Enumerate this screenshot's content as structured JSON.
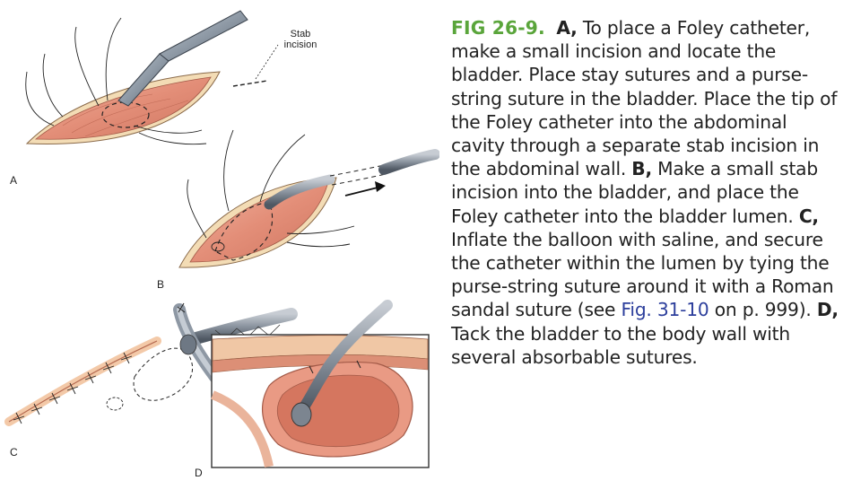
{
  "figure": {
    "label": "FIG 26-9.",
    "segments": [
      {
        "kind": "part",
        "text": "A,"
      },
      {
        "kind": "text",
        "text": " To place a Foley catheter, make a small incision and locate the bladder. Place stay sutures and a purse-string suture in the bladder. Place the tip of the Foley catheter into the abdominal cavity through a separate stab incision in the abdominal wall. "
      },
      {
        "kind": "part",
        "text": "B,"
      },
      {
        "kind": "text",
        "text": " Make a small stab incision into the bladder, and place the Foley catheter into the bladder lumen. "
      },
      {
        "kind": "part",
        "text": "C,"
      },
      {
        "kind": "text",
        "text": " Inflate the balloon with saline, and secure the catheter within the lumen by tying the purse-string suture around it with a Roman sandal suture (see "
      },
      {
        "kind": "ref",
        "text": "Fig. 31-10"
      },
      {
        "kind": "text",
        "text": " on p. 999). "
      },
      {
        "kind": "part",
        "text": "D,"
      },
      {
        "kind": "text",
        "text": " Tack the bladder to the body wall with several absorbable sutures."
      }
    ]
  },
  "illustration": {
    "stab_label_line1": "Stab",
    "stab_label_line2": "incision",
    "panel_a": "A",
    "panel_b": "B",
    "panel_c": "C",
    "panel_d": "D"
  },
  "colors": {
    "fig_label": "#5aa53b",
    "cross_ref": "#2d3f9c",
    "tissue": "#e89f8a",
    "tissue_dark": "#c96e5a",
    "skin_edge": "#f3dcb5",
    "instrument": "#8a96a3"
  }
}
